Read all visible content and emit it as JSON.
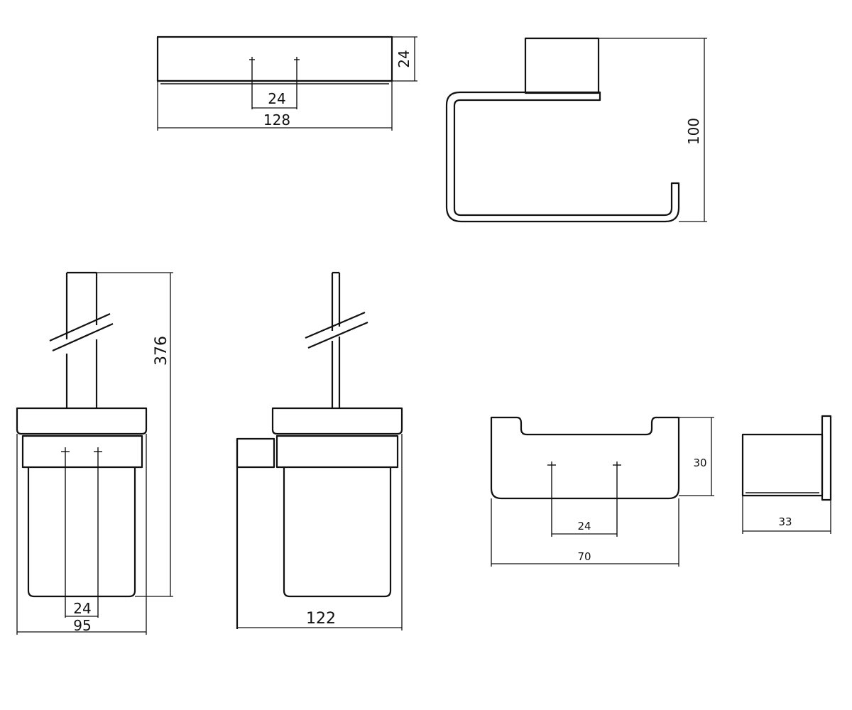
{
  "drawing": {
    "stroke_color": "#111111",
    "background": "#ffffff",
    "parts": {
      "shelf": {
        "width_label": "128",
        "height_label": "24",
        "hole_spacing_label": "24"
      },
      "paper_holder": {
        "height_label": "100"
      },
      "brush_holder_front": {
        "height_label": "376",
        "width_label": "95",
        "hole_spacing_label": "24"
      },
      "brush_holder_side": {
        "depth_label": "122"
      },
      "hook_front": {
        "width_label": "70",
        "height_label": "30",
        "hole_spacing_label": "24"
      },
      "hook_side": {
        "depth_label": "33"
      }
    }
  }
}
